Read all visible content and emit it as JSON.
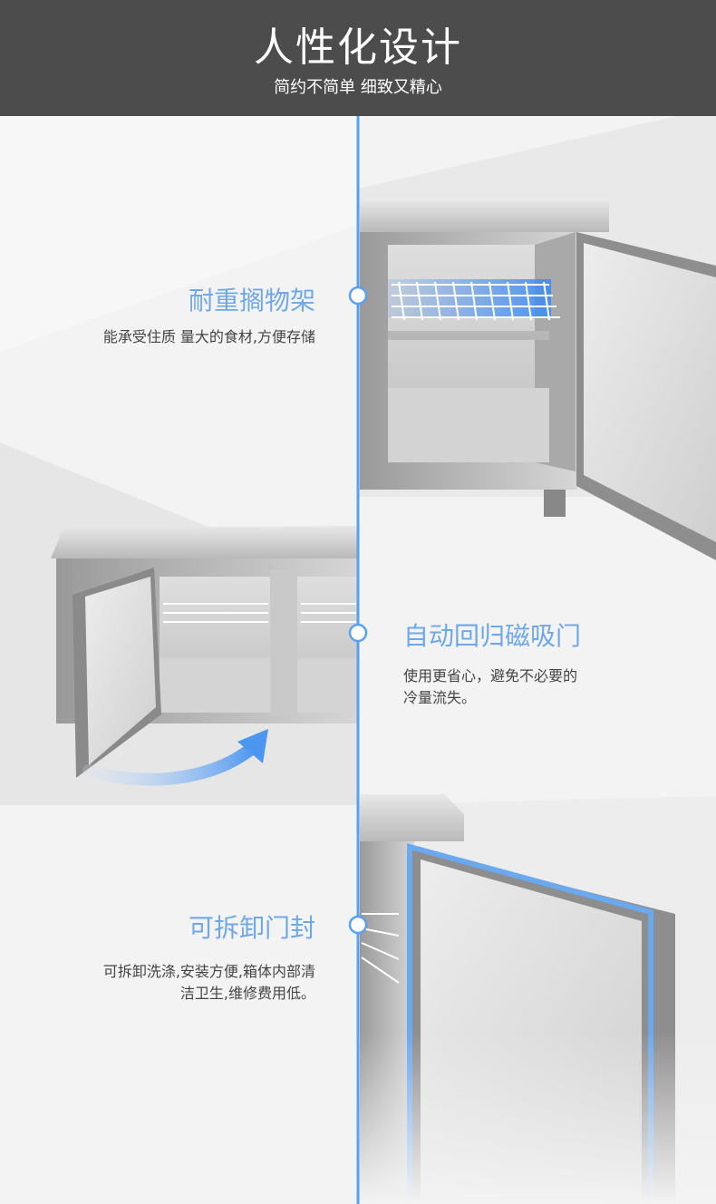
{
  "header": {
    "title": "人性化设计",
    "subtitle": "简约不简单 细致又精心"
  },
  "features": [
    {
      "title": "耐重搁物架",
      "desc_lines": [
        "能承受住质 量大的食材,方便存储"
      ]
    },
    {
      "title": "自动回归磁吸门",
      "desc_lines": [
        "使用更省心，避免不必要的",
        "冷量流失。"
      ]
    },
    {
      "title": "可拆卸门封",
      "desc_lines": [
        "可拆卸洗涤,安装方便,箱体内部清",
        "洁卫生,维修费用低。"
      ]
    }
  ],
  "colors": {
    "header_bg": "#4c4c4c",
    "accent": "#6fa8e8",
    "line": "#5aa0f0",
    "text": "#444444"
  }
}
